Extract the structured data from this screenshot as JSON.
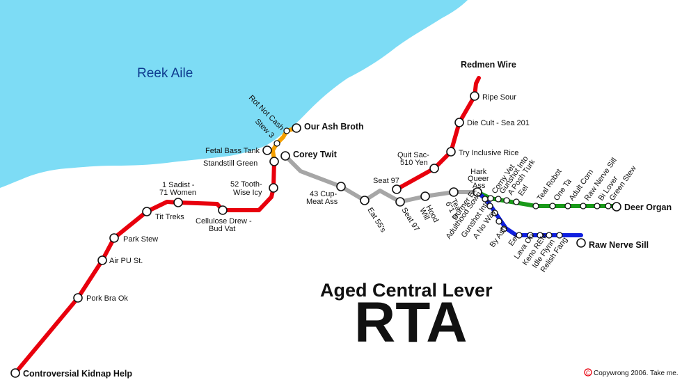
{
  "map": {
    "lake_name": "Reek Aile",
    "title_line1": "Aged Central Lever",
    "title_line2": "RTA",
    "copyright_symbol": "C",
    "copyright_text": "Copywrong 2006. Take me.",
    "colors": {
      "water": "#7ddcf5",
      "red_line": "#e8000d",
      "gray_line": "#a6a6a6",
      "green_line": "#1a9a1a",
      "blue_line": "#1020e0",
      "orange_line": "#f5a000"
    }
  },
  "stations": {
    "controversial_kidnap_help": "Controversial Kidnap Help",
    "pork_bra_ok": "Pork Bra Ok",
    "air_pu_st": "Air PU St.",
    "park_stew": "Park Stew",
    "tit_treks": "Tit Treks",
    "sadist_1": "1 Sadist -",
    "sadist_2": "71 Women",
    "cellulose_1": "Cellulose Drew -",
    "cellulose_2": "Bud Vat",
    "tooth_1": "52 Tooth-",
    "tooth_2": "Wise Icy",
    "standstill_green": "Standstill Green",
    "fetal_bass_tank": "Fetal Bass Tank",
    "stew_3": "Stew 3",
    "rot_not_cash": "Rot Not Cash",
    "our_ash_broth": "Our Ash Broth",
    "corey_twit": "Corey Twit",
    "cup_1": "43 Cup-",
    "cup_2": "Meat Ass",
    "eat_55s": "Eat 55's",
    "seat_97": "Seat 97",
    "seat_97b": "Seat 97",
    "quit_sac_1": "Quit Sac-",
    "quit_sac_2": "510 Yen",
    "try_inclusive_rice": "Try Inclusive Rice",
    "die_cult": "Die Cult - Sea 201",
    "ripe_sour": "Ripe Sour",
    "redmen_wire": "Redmen Wire",
    "hood_will_1": "Hood",
    "hood_will_2": "Will",
    "tea_1": "Tea",
    "tea_2": "6\"1 's",
    "hark_1": "Hark",
    "hark_2": "Queer",
    "hark_3": "Ass",
    "corny_vet": "Corny Vet",
    "gunshot_into": "Gunshot Into",
    "a_posh_turk": "A Posh Turk",
    "eel_green": "Eel",
    "teal_robot": "Teal Robot",
    "one_ta": "One Ta",
    "adult_corn": "Adult Corn",
    "raw_nerve_sill_green": "Raw Nerve Sill",
    "bi_lover": "Bi Lover",
    "green_stew": "Green Stew",
    "deer_organ": "Deer Organ",
    "dormer_ex": "Dormer Ex",
    "adulthood_sown": "Adulthood Sown",
    "gunshot_into_blue": "Gunshot Into",
    "a_no_way": "A No Way",
    "by_ash": "By Ash",
    "eel_blue": "Eel",
    "lava_on": "Lava On",
    "keno_rem": "Keno REM",
    "idle_flynn": "Idle Flynn",
    "relish_fang": "Relish Fang",
    "raw_nerve_sill": "Raw Nerve Sill"
  }
}
